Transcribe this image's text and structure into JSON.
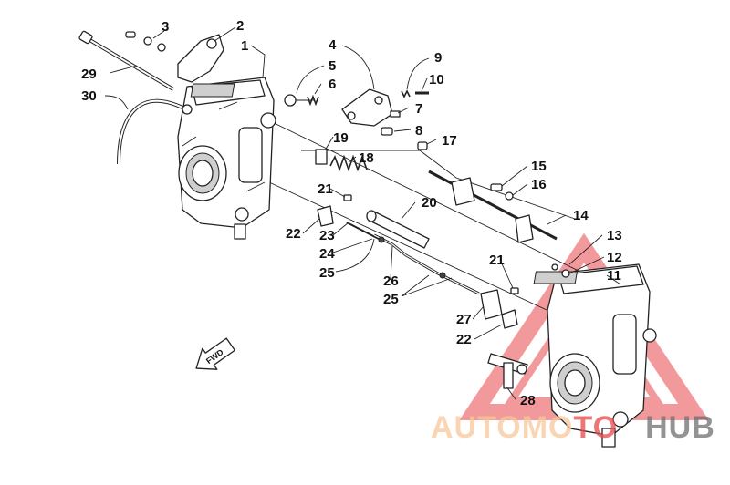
{
  "callouts": [
    {
      "num": "1"
    },
    {
      "num": "2"
    },
    {
      "num": "3"
    },
    {
      "num": "4"
    },
    {
      "num": "5"
    },
    {
      "num": "6"
    },
    {
      "num": "7"
    },
    {
      "num": "8"
    },
    {
      "num": "9"
    },
    {
      "num": "10"
    },
    {
      "num": "11"
    },
    {
      "num": "12"
    },
    {
      "num": "13"
    },
    {
      "num": "14"
    },
    {
      "num": "15"
    },
    {
      "num": "16"
    },
    {
      "num": "17"
    },
    {
      "num": "18"
    },
    {
      "num": "19"
    },
    {
      "num": "20"
    },
    {
      "num": "21"
    },
    {
      "num": "21"
    },
    {
      "num": "22"
    },
    {
      "num": "22"
    },
    {
      "num": "23"
    },
    {
      "num": "24"
    },
    {
      "num": "25"
    },
    {
      "num": "25"
    },
    {
      "num": "26"
    },
    {
      "num": "27"
    },
    {
      "num": "28"
    },
    {
      "num": "29"
    },
    {
      "num": "30"
    }
  ],
  "direction_arrow": {
    "label": "FWD"
  },
  "watermark": {
    "text_left": "AUTOMO",
    "text_mid": "TO",
    "text_right": "HUB",
    "color_orange": "#f7c89a",
    "color_red": "#e8474c",
    "color_gray": "#6f6f6f"
  }
}
